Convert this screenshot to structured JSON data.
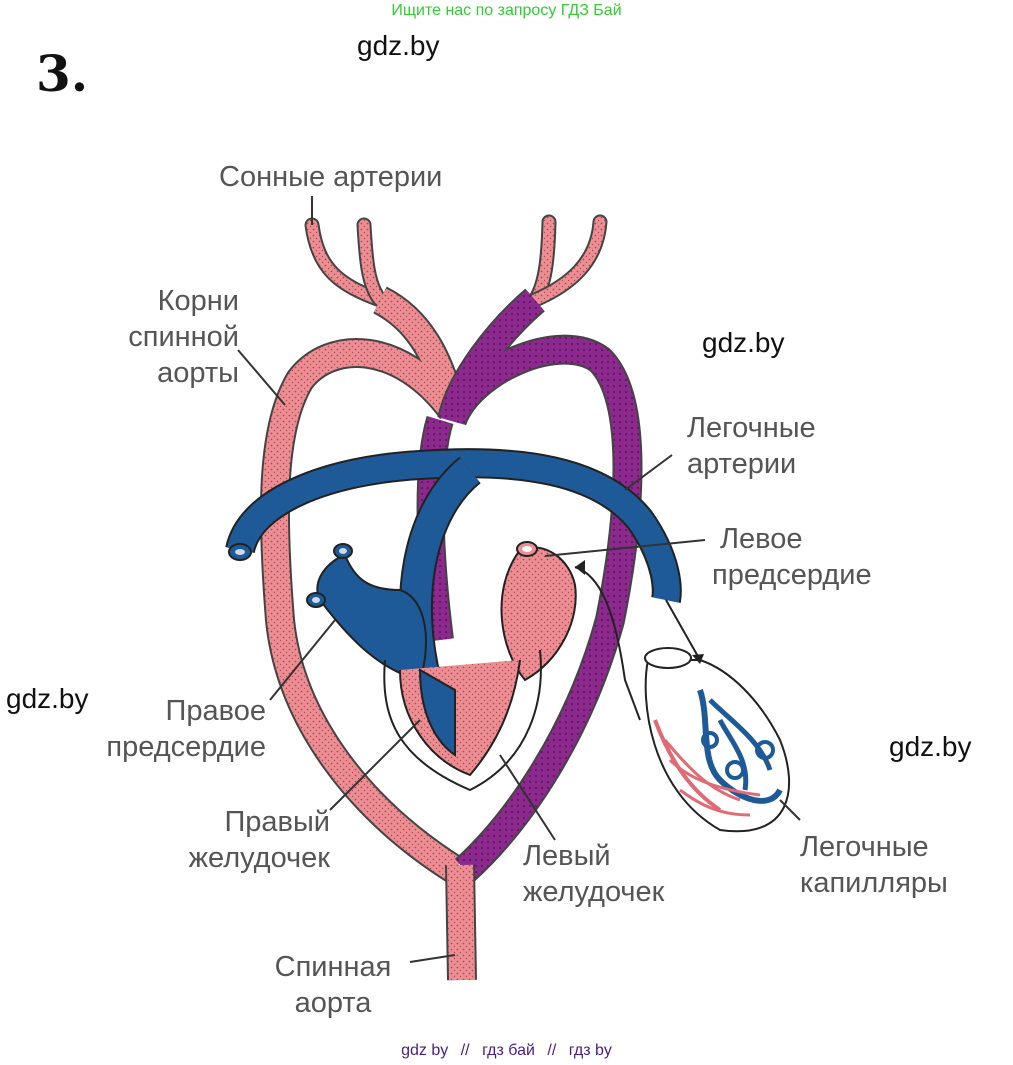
{
  "banner": {
    "top": "Ищите нас по запросу ГДЗ Бай",
    "bottom": [
      "gdz by",
      "//",
      "гдз бай",
      "//",
      "гдз by"
    ]
  },
  "task_number": "3.",
  "watermarks": [
    "gdz.by",
    "gdz.by",
    "gdz.by",
    "gdz.by"
  ],
  "labels": {
    "carotid": [
      "Сонные артерии"
    ],
    "aorta_roots": [
      "Корни",
      "спинной",
      "аорты"
    ],
    "pulmonary_arteries": [
      "Легочные",
      "артерии"
    ],
    "left_atrium": [
      "Левое",
      "предсердие"
    ],
    "right_atrium": [
      "Правое",
      "предсердие"
    ],
    "right_ventricle": [
      "Правый",
      "желудочек"
    ],
    "left_ventricle": [
      "Левый",
      "желудочек"
    ],
    "pulmonary_capillaries": [
      "Легочные",
      "капилляры"
    ],
    "dorsal_aorta": [
      "Спинная",
      "аорта"
    ]
  },
  "colors": {
    "arterial": "#ec8f94",
    "venous": "#1e5a97",
    "mixed": "#8b2a8c",
    "outline": "#444444"
  }
}
